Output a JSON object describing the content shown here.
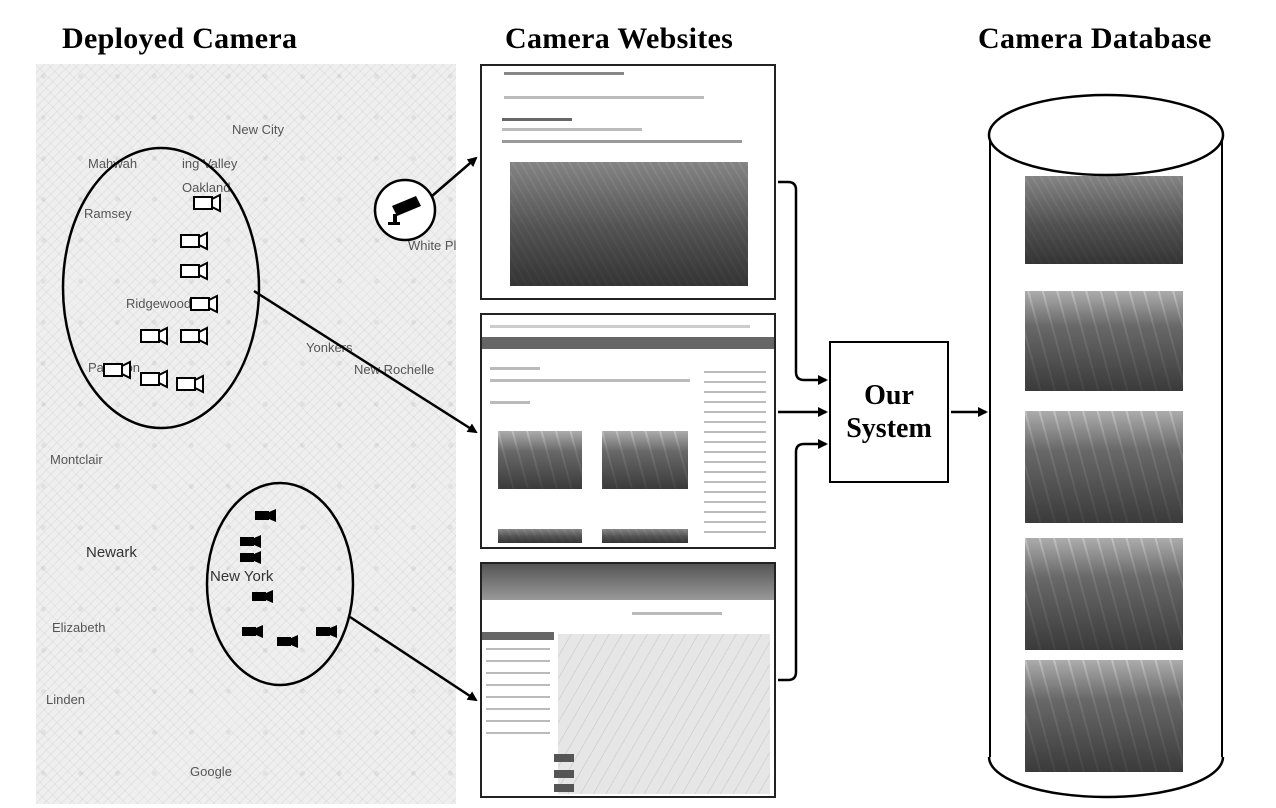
{
  "headers": {
    "deployed": "Deployed Camera",
    "websites": "Camera Websites",
    "database": "Camera Database"
  },
  "map": {
    "labels": [
      "New City",
      "ing Valley",
      "Mahwah",
      "Oakland",
      "Ramsey",
      "Ridgewood",
      "Paterson",
      "Montclair",
      "Newark",
      "Elizabeth",
      "Linden",
      "New York",
      "New Rochelle",
      "White Plai",
      "Yonkers",
      "Google"
    ]
  },
  "system_box": {
    "line1": "Our",
    "line2": "System"
  },
  "icons": [
    "map-icon",
    "camera-icon",
    "cctv-camera-icon",
    "database-icon",
    "arrow-icon"
  ]
}
